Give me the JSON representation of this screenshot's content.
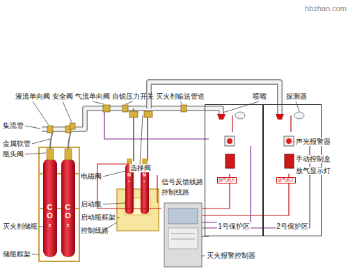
{
  "diagram": {
    "nodes": [
      {
        "text": [
          "1号保护区"
        ]
      },
      {
        "text": [
          "2号保护区"
        ]
      }
    ],
    "labels": [
      "hbzhan.com",
      "液流单向阀",
      "安全阀",
      "气流单向阀",
      "自锁压力开关",
      "灭火剂输送管道",
      "喷嘴",
      "探测器",
      "集流管",
      "金属软管",
      "瓶头阀",
      "声光报警器",
      "选择阀",
      "电磁阀",
      "手动控制盒",
      "放气显示灯",
      "信号反馈线路",
      "控制线路",
      "启动瓶",
      "启动瓶框架",
      "灭火剂储瓶",
      "控制线路",
      "储瓶框架",
      "灭火报警控制器",
      "CO₂",
      "CO₂",
      "N₂",
      "N₂",
      "放气勿入",
      "放气勿入"
    ]
  }
}
